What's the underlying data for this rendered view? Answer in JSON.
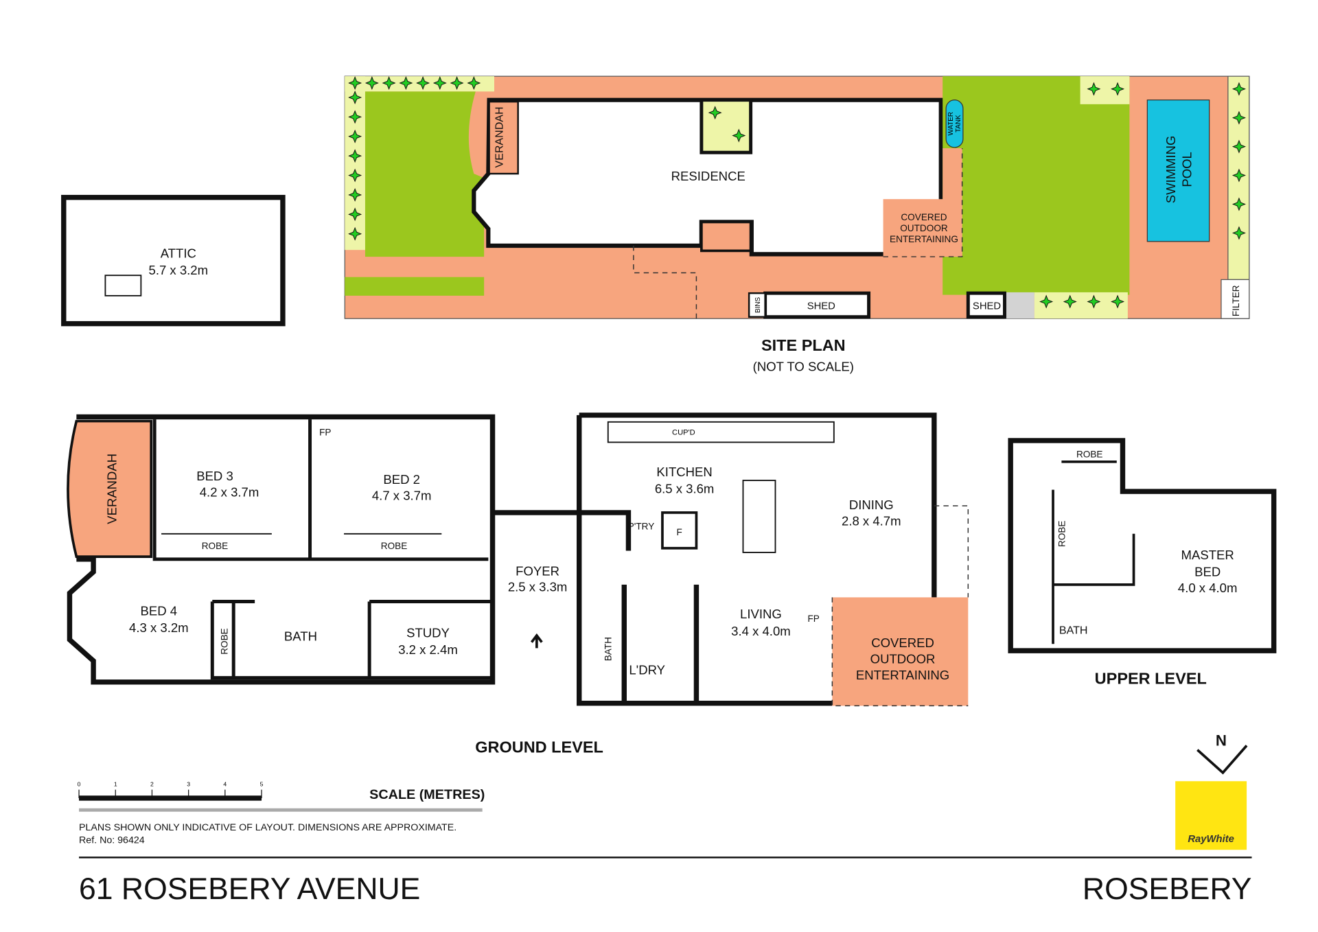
{
  "colors": {
    "paving": "#F7A57E",
    "lawn": "#9BC71E",
    "garden": "#EEF5A8",
    "pool": "#17C2E0",
    "logo": "#FFE512",
    "plant": "#22CC22"
  },
  "attic": {
    "name": "ATTIC",
    "size": "5.7 x 3.2m"
  },
  "site_plan": {
    "title": "SITE PLAN",
    "subtitle": "(NOT TO SCALE)",
    "residence": "RESIDENCE",
    "verandah": "VERANDAH",
    "water_tank": [
      "WATER",
      "TANK"
    ],
    "covered": [
      "COVERED",
      "OUTDOOR",
      "ENTERTAINING"
    ],
    "pool": [
      "SWIMMING",
      "POOL"
    ],
    "bins": "BINS",
    "shed": "SHED",
    "shed2": "SHED",
    "filter": "FILTER"
  },
  "ground_level": {
    "title": "GROUND LEVEL",
    "verandah": "VERANDAH",
    "bed3": {
      "name": "BED 3",
      "size": "4.2 x 3.7m"
    },
    "bed2": {
      "name": "BED 2",
      "size": "4.7 x 3.7m"
    },
    "bed4": {
      "name": "BED 4",
      "size": "4.3 x 3.2m"
    },
    "robe": "ROBE",
    "fp": "FP",
    "bath": "BATH",
    "study": {
      "name": "STUDY",
      "size": "3.2 x 2.4m"
    },
    "foyer": {
      "name": "FOYER",
      "size": "2.5 x 3.3m"
    },
    "kitchen": {
      "name": "KITCHEN",
      "size": "6.5 x 3.6m"
    },
    "cupd": "CUP'D",
    "ptry": "P'TRY",
    "fridge": "F",
    "dining": {
      "name": "DINING",
      "size": "2.8 x 4.7m"
    },
    "living": {
      "name": "LIVING",
      "size": "3.4 x 4.0m"
    },
    "laundry": "L'DRY",
    "covered": [
      "COVERED",
      "OUTDOOR",
      "ENTERTAINING"
    ]
  },
  "upper_level": {
    "title": "UPPER LEVEL",
    "robe": "ROBE",
    "bath": "BATH",
    "master": {
      "name": [
        "MASTER",
        "BED"
      ],
      "size": "4.0 x 4.0m"
    }
  },
  "north": "N",
  "scale": {
    "label": "SCALE (METRES)",
    "ticks": [
      "0",
      "1",
      "2",
      "3",
      "4",
      "5"
    ]
  },
  "disclaimer": "PLANS SHOWN ONLY INDICATIVE OF LAYOUT.  DIMENSIONS ARE APPROXIMATE.",
  "ref": "Ref. No: 96424",
  "address": "61 ROSEBERY AVENUE",
  "suburb": "ROSEBERY",
  "logo": "RayWhite"
}
